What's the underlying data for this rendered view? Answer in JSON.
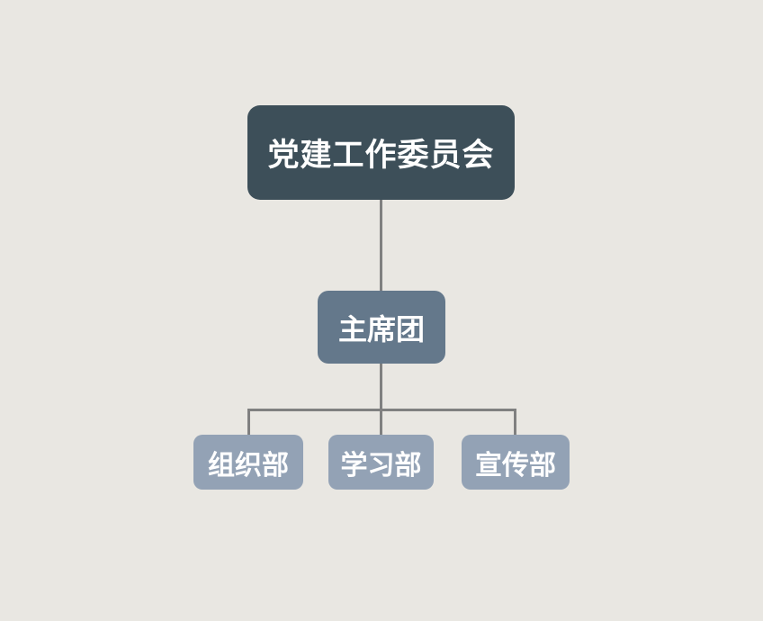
{
  "diagram": {
    "type": "org-chart",
    "background": "#e9e7e2",
    "connector_color": "#808080",
    "text_color": "#ffffff",
    "nodes": [
      {
        "id": "root",
        "label": "党建工作委员会",
        "level": 1,
        "color": "#3d4f59",
        "parent": null
      },
      {
        "id": "presidium",
        "label": "主席团",
        "level": 2,
        "color": "#64788b",
        "parent": "root"
      },
      {
        "id": "organization",
        "label": "组织部",
        "level": 3,
        "color": "#93a2b5",
        "parent": "presidium"
      },
      {
        "id": "study",
        "label": "学习部",
        "level": 3,
        "color": "#93a2b5",
        "parent": "presidium"
      },
      {
        "id": "publicity",
        "label": "宣传部",
        "level": 3,
        "color": "#93a2b5",
        "parent": "presidium"
      }
    ]
  }
}
